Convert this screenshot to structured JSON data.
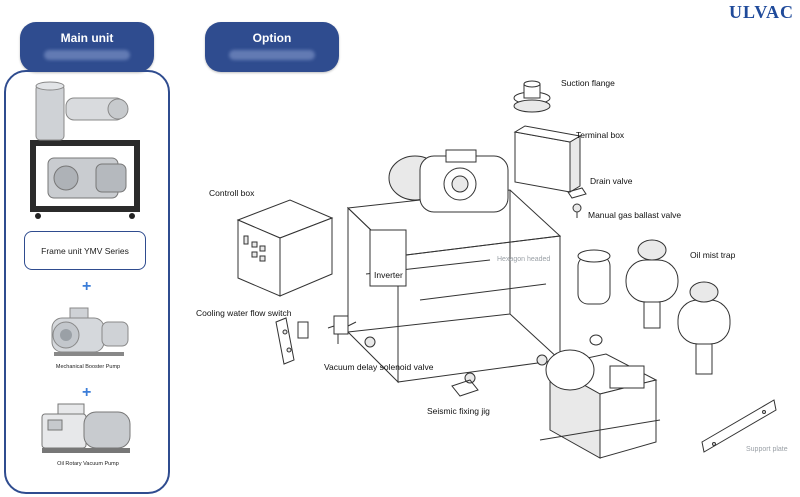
{
  "brand": "ULVAC",
  "tabs": {
    "main": "Main unit",
    "option": "Option"
  },
  "main_unit": {
    "frame_label": "Frame unit YMV Series",
    "plus": "+",
    "booster_caption": "Mechanical Booster Pump",
    "rotary_caption": "Oil Rotary Vacuum Pump"
  },
  "options": {
    "suction_flange": "Suction flange",
    "terminal_box": "Terminal box",
    "drain_valve": "Drain valve",
    "gas_ballast_valve": "Manual gas ballast valve",
    "controll_box": "Controll box",
    "inverter": "Inverter",
    "hexagon_headed": "Hexagon headed",
    "oil_mist_trap": "Oil mist trap",
    "cooling_switch": "Cooling water  flow switch",
    "solenoid_valve": "Vacuum delay solenoid valve",
    "seismic_jig": "Seismic fixing jig",
    "support_plate": "Support plate"
  }
}
